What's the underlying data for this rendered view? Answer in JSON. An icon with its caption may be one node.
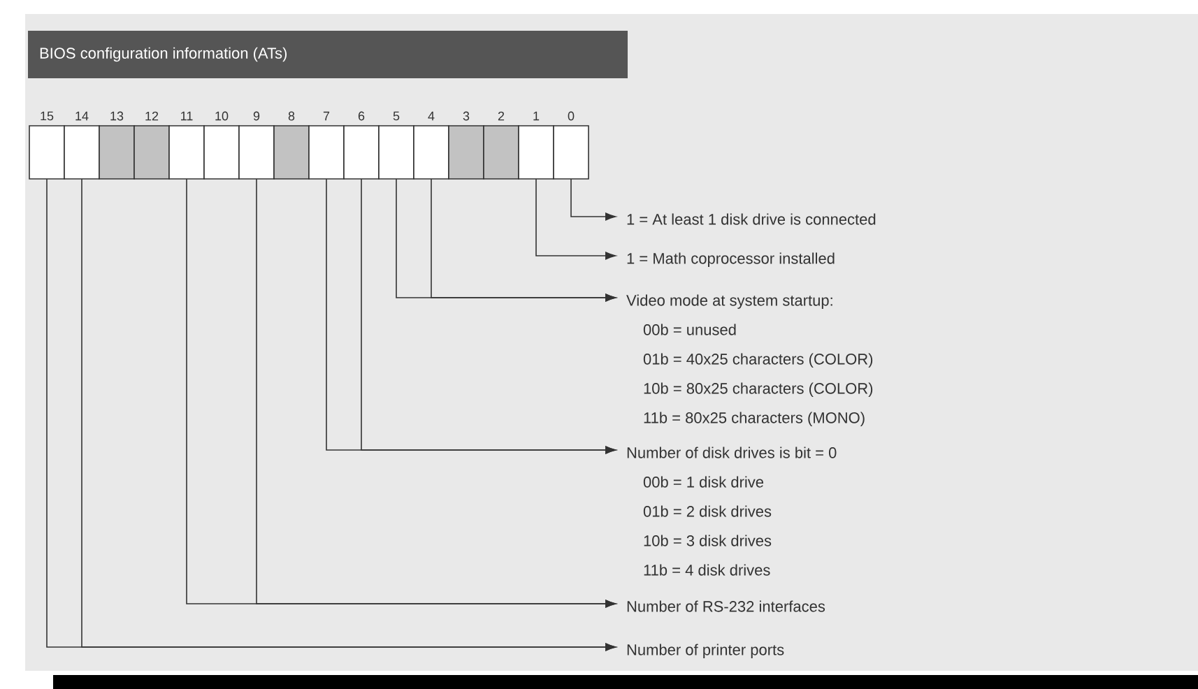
{
  "diagram": {
    "title": "BIOS configuration information  (ATs)",
    "nodes": [
      {
        "text": [
          "15"
        ]
      },
      {
        "text": [
          "14"
        ]
      },
      {
        "text": [
          "13"
        ]
      },
      {
        "text": [
          "12"
        ]
      },
      {
        "text": [
          "11"
        ]
      },
      {
        "text": [
          "10"
        ]
      },
      {
        "text": [
          "9"
        ]
      },
      {
        "text": [
          "8"
        ]
      },
      {
        "text": [
          "7"
        ]
      },
      {
        "text": [
          "6"
        ]
      },
      {
        "text": [
          "5"
        ]
      },
      {
        "text": [
          "4"
        ]
      },
      {
        "text": [
          "3"
        ]
      },
      {
        "text": [
          "2"
        ]
      },
      {
        "text": [
          "1"
        ]
      },
      {
        "text": [
          "0"
        ]
      },
      {
        "text": [
          "1 = At least 1 disk drive is connected"
        ]
      },
      {
        "text": [
          "1 = Math coprocessor installed"
        ]
      },
      {
        "text": [
          "Video mode at system startup:",
          "00b = unused",
          "01b = 40x25 characters (COLOR)",
          "10b = 80x25 characters (COLOR)",
          "11b = 80x25 characters (MONO)"
        ]
      },
      {
        "text": [
          "Number of disk drives is bit = 0",
          "00b = 1 disk drive",
          "01b = 2 disk drives",
          "10b = 3 disk drives",
          "11b = 4 disk drives"
        ]
      },
      {
        "text": [
          "Number of RS-232 interfaces"
        ]
      },
      {
        "text": [
          "Number of printer ports"
        ]
      }
    ],
    "edges": [
      {
        "from": 15,
        "to": 16,
        "arrow": "to"
      },
      {
        "from": 14,
        "to": 17,
        "arrow": "to"
      },
      {
        "from": 10,
        "to": 18,
        "arrow": "to"
      },
      {
        "from": 11,
        "to": 18,
        "arrow": "to"
      },
      {
        "from": 8,
        "to": 19,
        "arrow": "to"
      },
      {
        "from": 9,
        "to": 19,
        "arrow": "to"
      },
      {
        "from": 4,
        "to": 20,
        "arrow": "to"
      },
      {
        "from": 6,
        "to": 20,
        "arrow": "to"
      },
      {
        "from": 0,
        "to": 21,
        "arrow": "to"
      },
      {
        "from": 1,
        "to": 21,
        "arrow": "to"
      }
    ]
  }
}
